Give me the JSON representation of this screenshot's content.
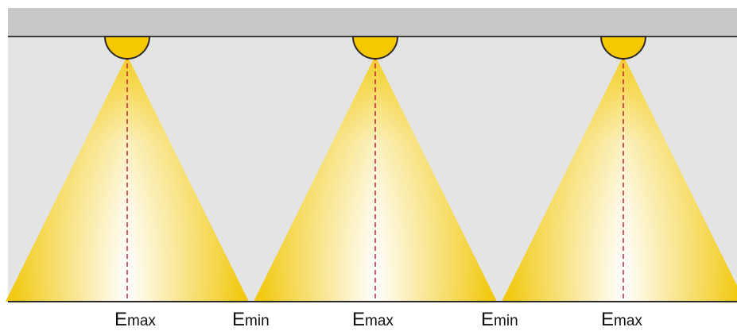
{
  "colors": {
    "ceiling_fill": "#c8c8c8",
    "ceiling_edge": "#3a3a3a",
    "room_fill": "#e4e4e4",
    "floor_line": "#2a2a2a",
    "lamp_fill": "#f5c800",
    "lamp_edge": "#2a2a2a",
    "beam_edge": "#f1c500",
    "beam_center": "#ffffff",
    "axis_line": "#c8102e"
  },
  "luminaires": [
    {
      "id": "luminaire-1"
    },
    {
      "id": "luminaire-2"
    },
    {
      "id": "luminaire-3"
    }
  ],
  "floor_labels": [
    {
      "base": "E",
      "sub": "max"
    },
    {
      "base": "E",
      "sub": "min"
    },
    {
      "base": "E",
      "sub": "max"
    },
    {
      "base": "E",
      "sub": "min"
    },
    {
      "base": "E",
      "sub": "max"
    }
  ]
}
